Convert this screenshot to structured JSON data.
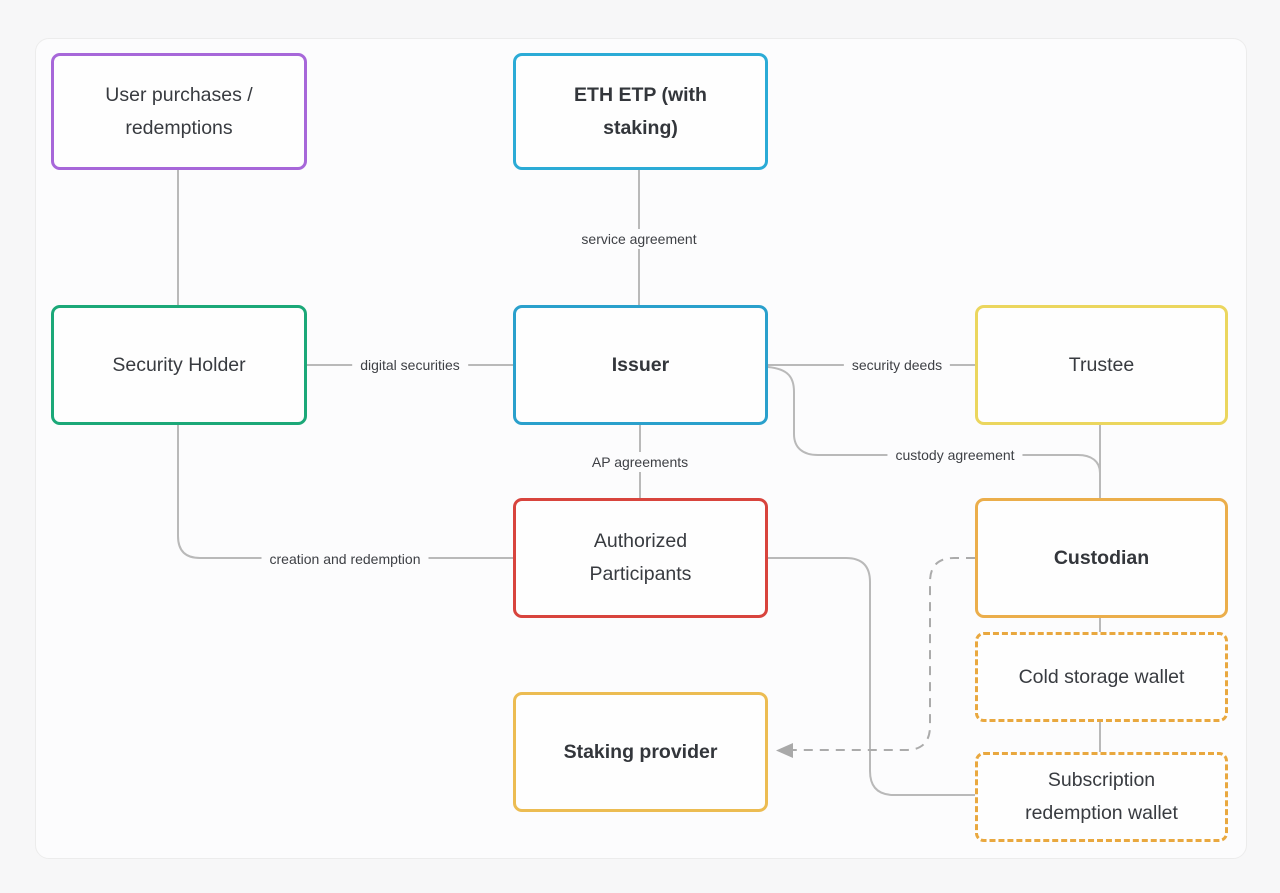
{
  "page": {
    "background": "#f7f7f8",
    "card_background": "#fcfcfd",
    "line_color": "#b9b9b9",
    "dashed_line_color": "#ababab",
    "arrow_color": "#a9a9a9"
  },
  "diagram": {
    "nodes": {
      "user_purchases": {
        "label": "User purchases /\nredemptions",
        "border_color": "#a767d9",
        "bold": false,
        "dashed": false
      },
      "eth_etp": {
        "label": "ETH ETP (with\nstaking)",
        "border_color": "#2babd6",
        "bold": true,
        "dashed": false
      },
      "security_holder": {
        "label": "Security Holder",
        "border_color": "#1ba878",
        "bold": false,
        "dashed": false
      },
      "issuer": {
        "label": "Issuer",
        "border_color": "#2aa0cc",
        "bold": true,
        "dashed": false
      },
      "trustee": {
        "label": "Trustee",
        "border_color": "#ebd65e",
        "bold": false,
        "dashed": false
      },
      "authorized_participants": {
        "label": "Authorized\nParticipants",
        "border_color": "#d8443d",
        "bold": false,
        "dashed": false
      },
      "custodian": {
        "label": "Custodian",
        "border_color": "#ebae4b",
        "bold": true,
        "dashed": false
      },
      "staking_provider": {
        "label": "Staking provider",
        "border_color": "#ecbc52",
        "bold": true,
        "dashed": false
      },
      "cold_storage_wallet": {
        "label": "Cold storage wallet",
        "border_color": "#e9a83f",
        "bold": false,
        "dashed": true
      },
      "subscription_redemption_wallet": {
        "label": "Subscription\nredemption wallet",
        "border_color": "#e9a83f",
        "bold": false,
        "dashed": true
      }
    },
    "edges": {
      "service_agreement": {
        "label": "service agreement"
      },
      "digital_securities": {
        "label": "digital securities"
      },
      "security_deeds": {
        "label": "security deeds"
      },
      "custody_agreement": {
        "label": "custody agreement"
      },
      "ap_agreements": {
        "label": "AP agreements"
      },
      "creation_and_redemption": {
        "label": "creation and redemption"
      }
    }
  }
}
